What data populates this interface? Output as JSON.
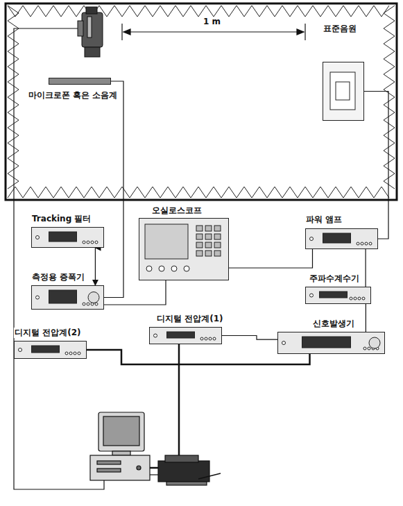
{
  "diagram": {
    "nodes": [
      {
        "text": [
          "표준음원"
        ]
      },
      {
        "text": [
          "마이크로폰 혹은 소음계"
        ]
      },
      {
        "text": [
          "Tracking 필터"
        ]
      },
      {
        "text": [
          "측정용 증폭기"
        ]
      },
      {
        "text": [
          "오실로스코프"
        ]
      },
      {
        "text": [
          "파워 앰프"
        ]
      },
      {
        "text": [
          "주파수계수기"
        ]
      },
      {
        "text": [
          "디지털 전압계(1)"
        ]
      },
      {
        "text": [
          "디지털 전압계(2)"
        ]
      },
      {
        "text": [
          "신호발생기"
        ]
      }
    ],
    "edges": [
      {
        "from": 1,
        "to": 3,
        "arrow": "none"
      },
      {
        "from": 2,
        "to": 3,
        "arrow": "both"
      },
      {
        "from": 3,
        "to": 4,
        "arrow": "none"
      },
      {
        "from": 4,
        "to": 5,
        "arrow": "none"
      },
      {
        "from": 5,
        "to": 0,
        "arrow": "none"
      },
      {
        "from": 5,
        "to": 6,
        "arrow": "none"
      },
      {
        "from": 6,
        "to": 9,
        "arrow": "none"
      },
      {
        "from": 7,
        "to": 9,
        "arrow": "none"
      },
      {
        "from": 8,
        "to": 9,
        "arrow": "none"
      }
    ],
    "labels": [
      "1 m"
    ]
  }
}
